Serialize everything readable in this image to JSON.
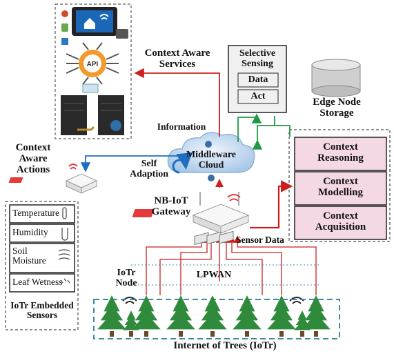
{
  "labels": {
    "context_aware_services": "Context Aware\nServices",
    "information": "Information",
    "context_aware_actions": "Context\nAware\nActions",
    "self_adaption": "Self\nAdaption",
    "middleware_cloud": "Middleware\nCloud",
    "nb_iot_gateway": "NB-IoT\nGateway",
    "sensor_data": "Sensor Data",
    "edge_node_storage": "Edge Node\nStorage",
    "iotr_node": "IoTr\nNode",
    "lpwan": "LPWAN",
    "internet_of_trees": "Internet of Trees (IoTr)",
    "iotr_embedded_sensors": "IoTr Embedded\nSensors"
  },
  "selective_sensing": {
    "title": "Selective\nSensing",
    "items": [
      "Data",
      "Act"
    ]
  },
  "context_stack": [
    "Context\nReasoning",
    "Context\nModelling",
    "Context\nAcquisition"
  ],
  "sensors": [
    "Temperature",
    "Humidity",
    "Soil\nMoisture",
    "Leaf Wetness"
  ],
  "api_label": "API",
  "colors": {
    "red_arrow": "#cc1f1f",
    "green_arrow": "#1e9a46",
    "blue_arrow": "#1f6fc0",
    "context_fill": "#f4d9e4",
    "cloud_fill": "#bcd6ef",
    "tree_green": "#2f8a3c",
    "forest_box": "#3a8aa0"
  }
}
